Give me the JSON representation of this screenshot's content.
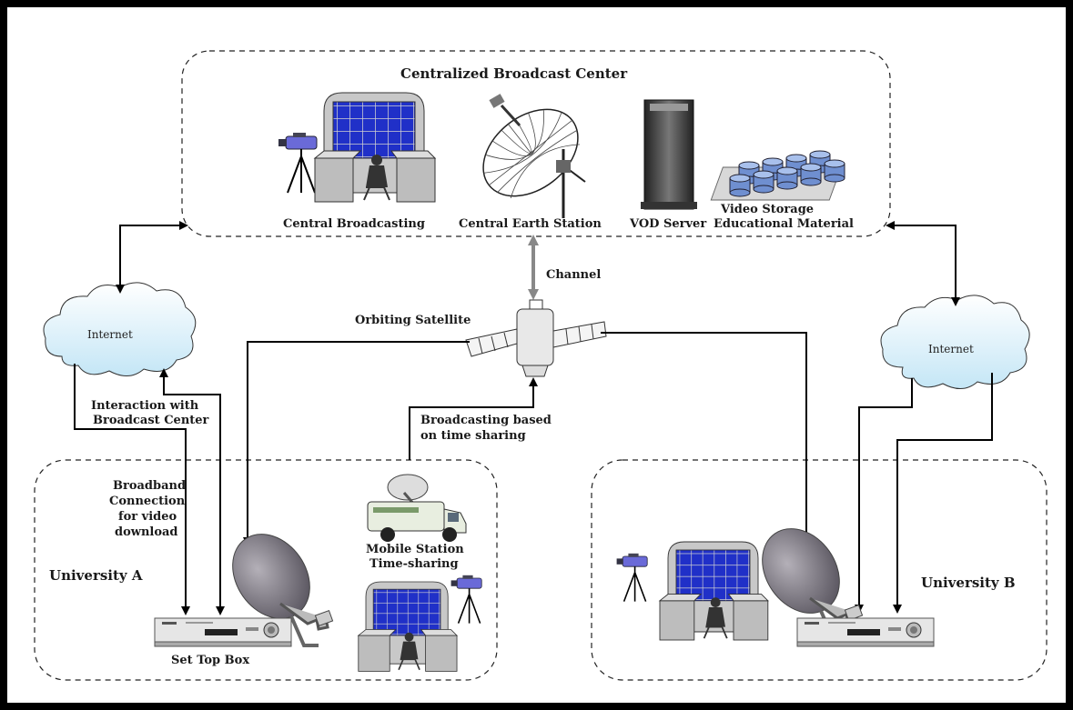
{
  "regions": {
    "center": "Centralized Broadcast Center",
    "uni_a": "University A",
    "uni_b": "University B"
  },
  "labels": {
    "central_broadcasting": "Central Broadcasting",
    "central_earth_station": "Central Earth Station",
    "vod_server": "VOD Server",
    "video_storage_1": "Video Storage",
    "video_storage_2": "Educational Material",
    "channel": "Channel",
    "orbiting_satellite": "Orbiting Satellite",
    "internet_left": "Internet",
    "internet_right": "Internet",
    "interaction_1": "Interaction with",
    "interaction_2": "Broadcast Center",
    "broadcasting_1": "Broadcasting based",
    "broadcasting_2": "on time sharing",
    "broadband_1": "Broadband",
    "broadband_2": "Connection",
    "broadband_3": "for video",
    "broadband_4": "download",
    "mobile_1": "Mobile Station",
    "mobile_2": "Time-sharing",
    "set_top_box": "Set Top Box"
  },
  "colors": {
    "frame": "#000000",
    "studio_screen": "#2030c8",
    "studio_body": "#c8c8c8",
    "storage_disk": "#6f8fd0",
    "cloud_fill": "#d6eef8",
    "channel_arrow": "#888888",
    "dish": "#7a7680",
    "camera": "#6a6ad8"
  }
}
